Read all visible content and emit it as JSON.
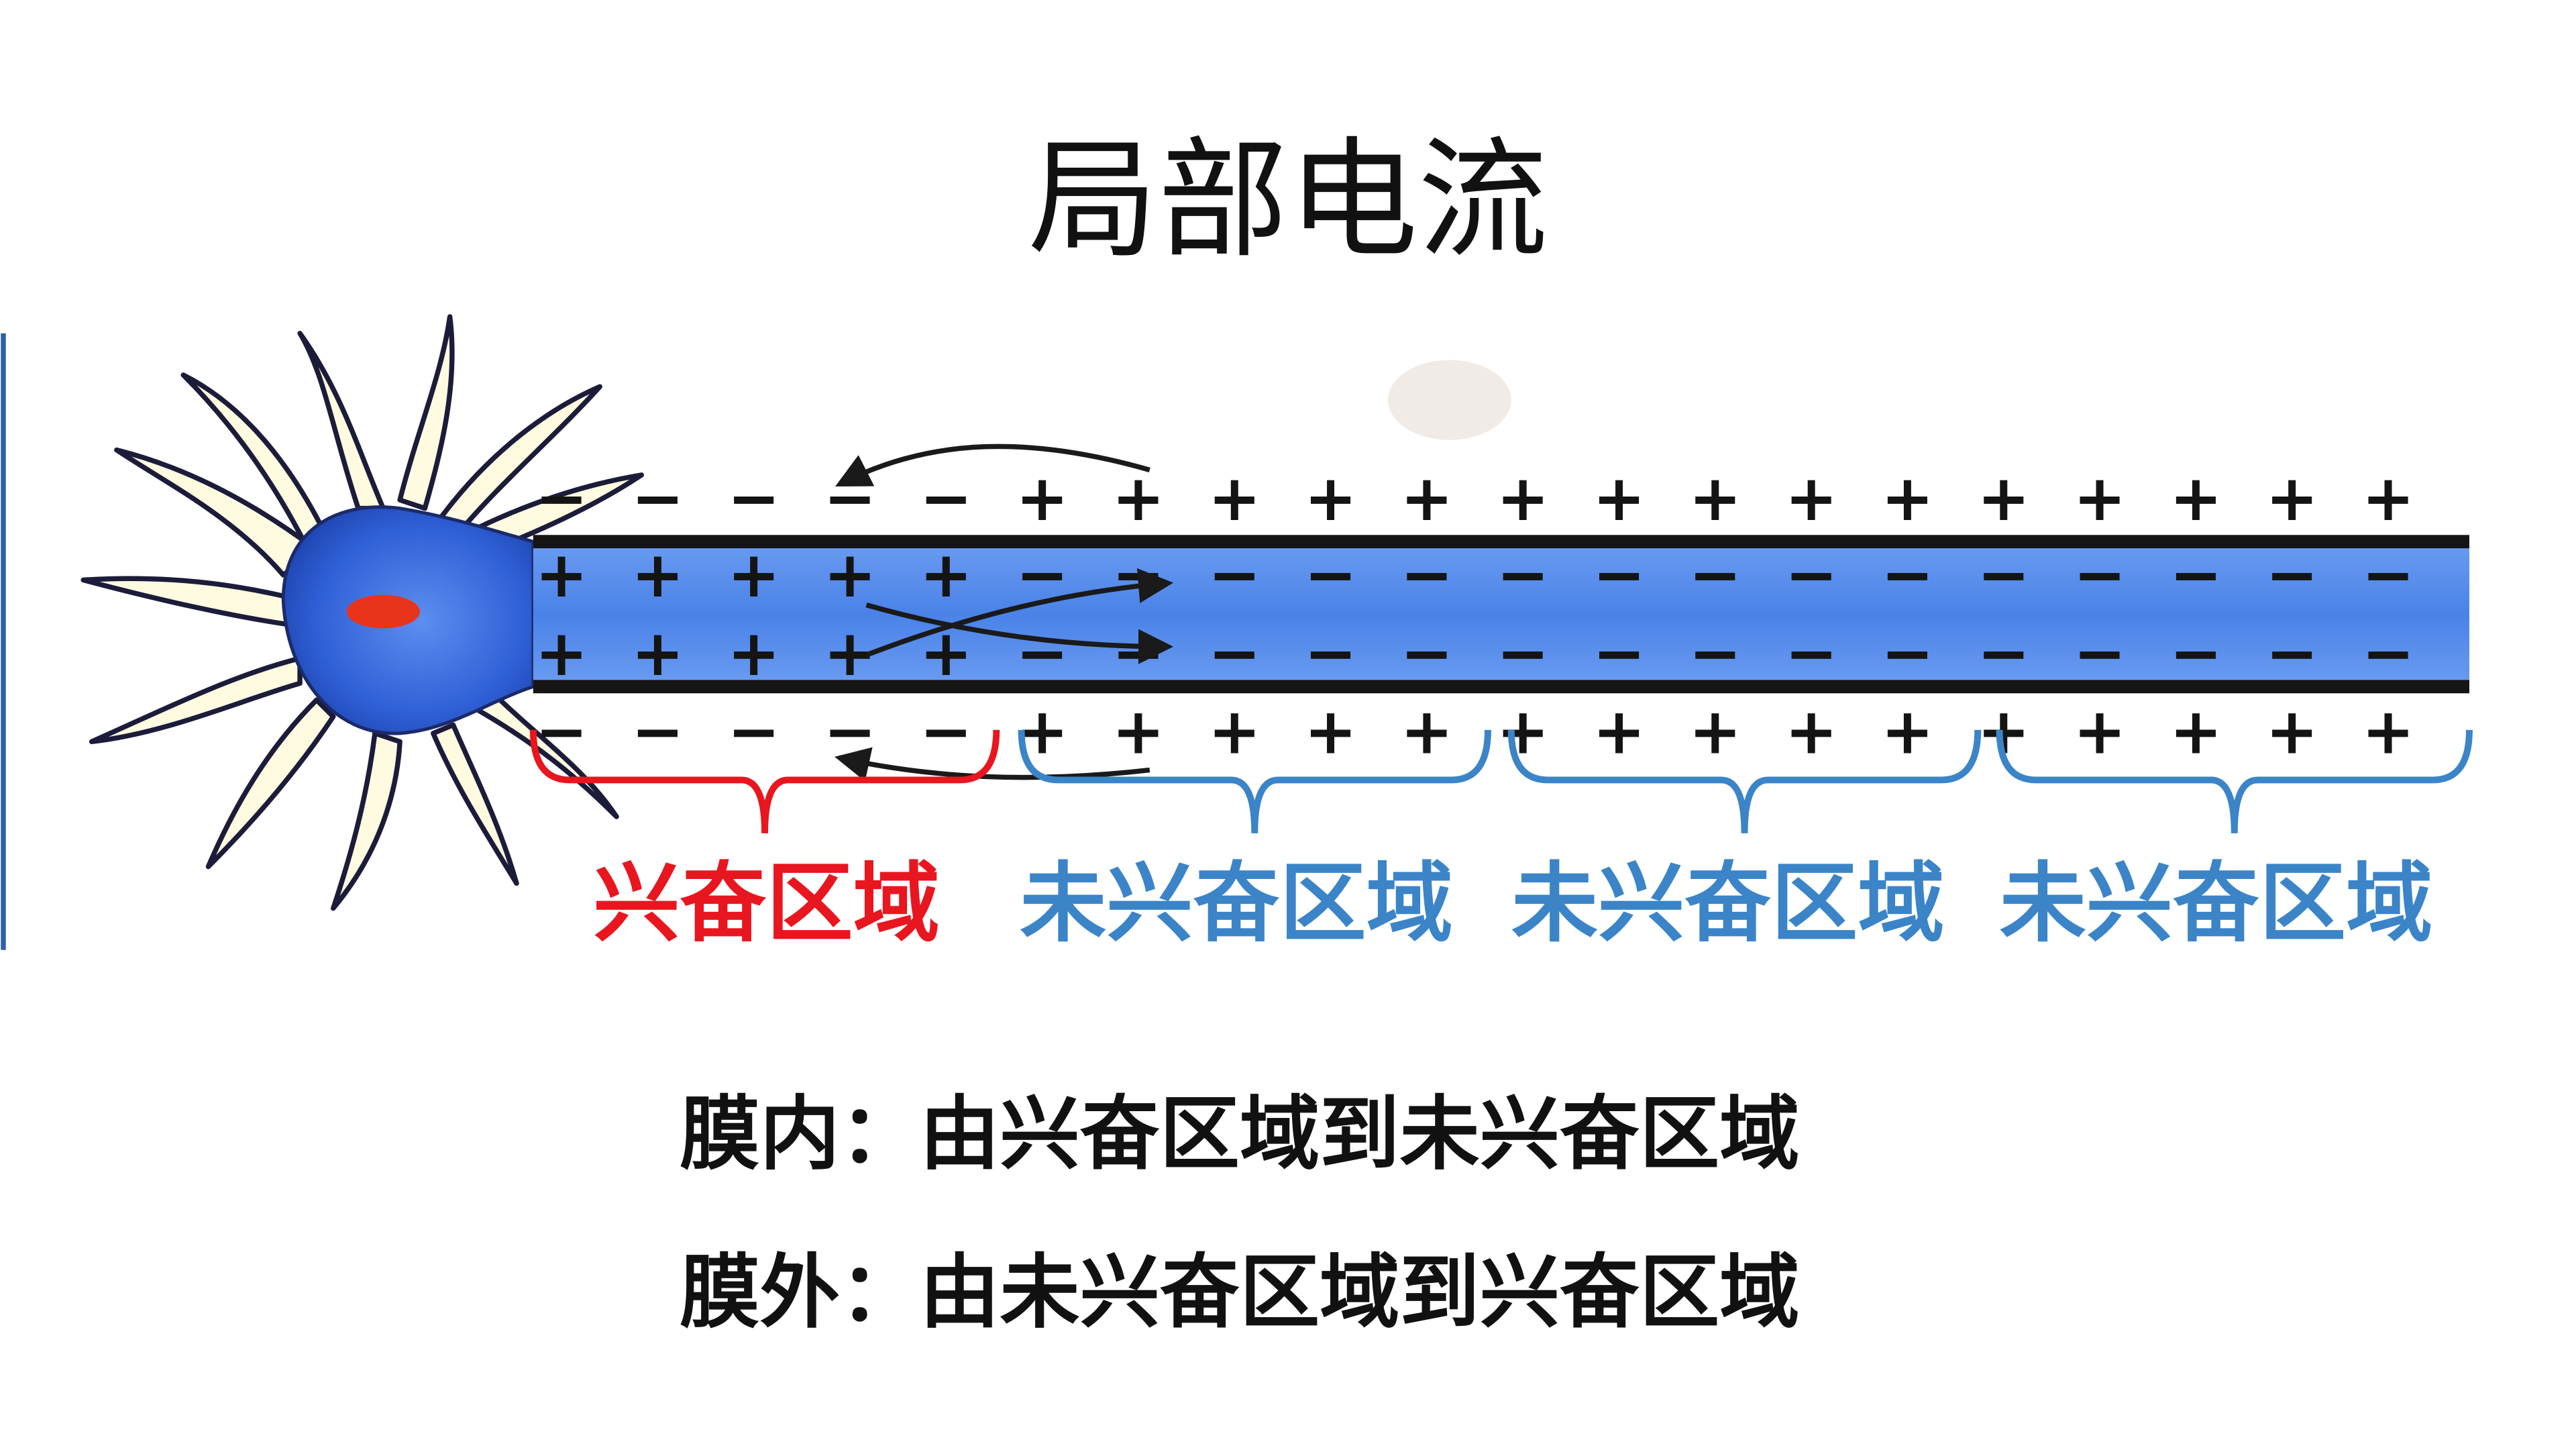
{
  "title": "局部电流",
  "colors": {
    "excited": "#e8161f",
    "unexcited": "#3b84c8",
    "axon_fill": "#4f86e6",
    "membrane": "#1a1a1a",
    "cell_body": "#2f5fd6",
    "nucleus": "#e8341a"
  },
  "membrane_charges": {
    "outside_top": [
      "−",
      "−",
      "−",
      "−",
      "−",
      "+",
      "+",
      "+",
      "+",
      "+",
      "+",
      "+",
      "+",
      "+",
      "+",
      "+",
      "+",
      "+",
      "+",
      "+"
    ],
    "inside_top": [
      "+",
      "+",
      "+",
      "+",
      "+",
      "−",
      "−",
      "−",
      "−",
      "−",
      "−",
      "−",
      "−",
      "−",
      "−",
      "−",
      "−",
      "−",
      "−",
      "−"
    ],
    "inside_bottom": [
      "+",
      "+",
      "+",
      "+",
      "+",
      "−",
      "−",
      "−",
      "−",
      "−",
      "−",
      "−",
      "−",
      "−",
      "−",
      "−",
      "−",
      "−",
      "−",
      "−"
    ],
    "outside_bottom": [
      "−",
      "−",
      "−",
      "−",
      "−",
      "+",
      "+",
      "+",
      "+",
      "+",
      "+",
      "+",
      "+",
      "+",
      "+",
      "+",
      "+",
      "+",
      "+",
      "+"
    ]
  },
  "regions": [
    {
      "label": "兴奋区域",
      "color": "#e8161f"
    },
    {
      "label": "未兴奋区域",
      "color": "#3b84c8"
    },
    {
      "label": "未兴奋区域",
      "color": "#3b84c8"
    },
    {
      "label": "未兴奋区域",
      "color": "#3b84c8"
    }
  ],
  "captions": [
    {
      "text": "膜内：由兴奋区域到未兴奋区域"
    },
    {
      "text": "膜外：由未兴奋区域到兴奋区域"
    }
  ]
}
